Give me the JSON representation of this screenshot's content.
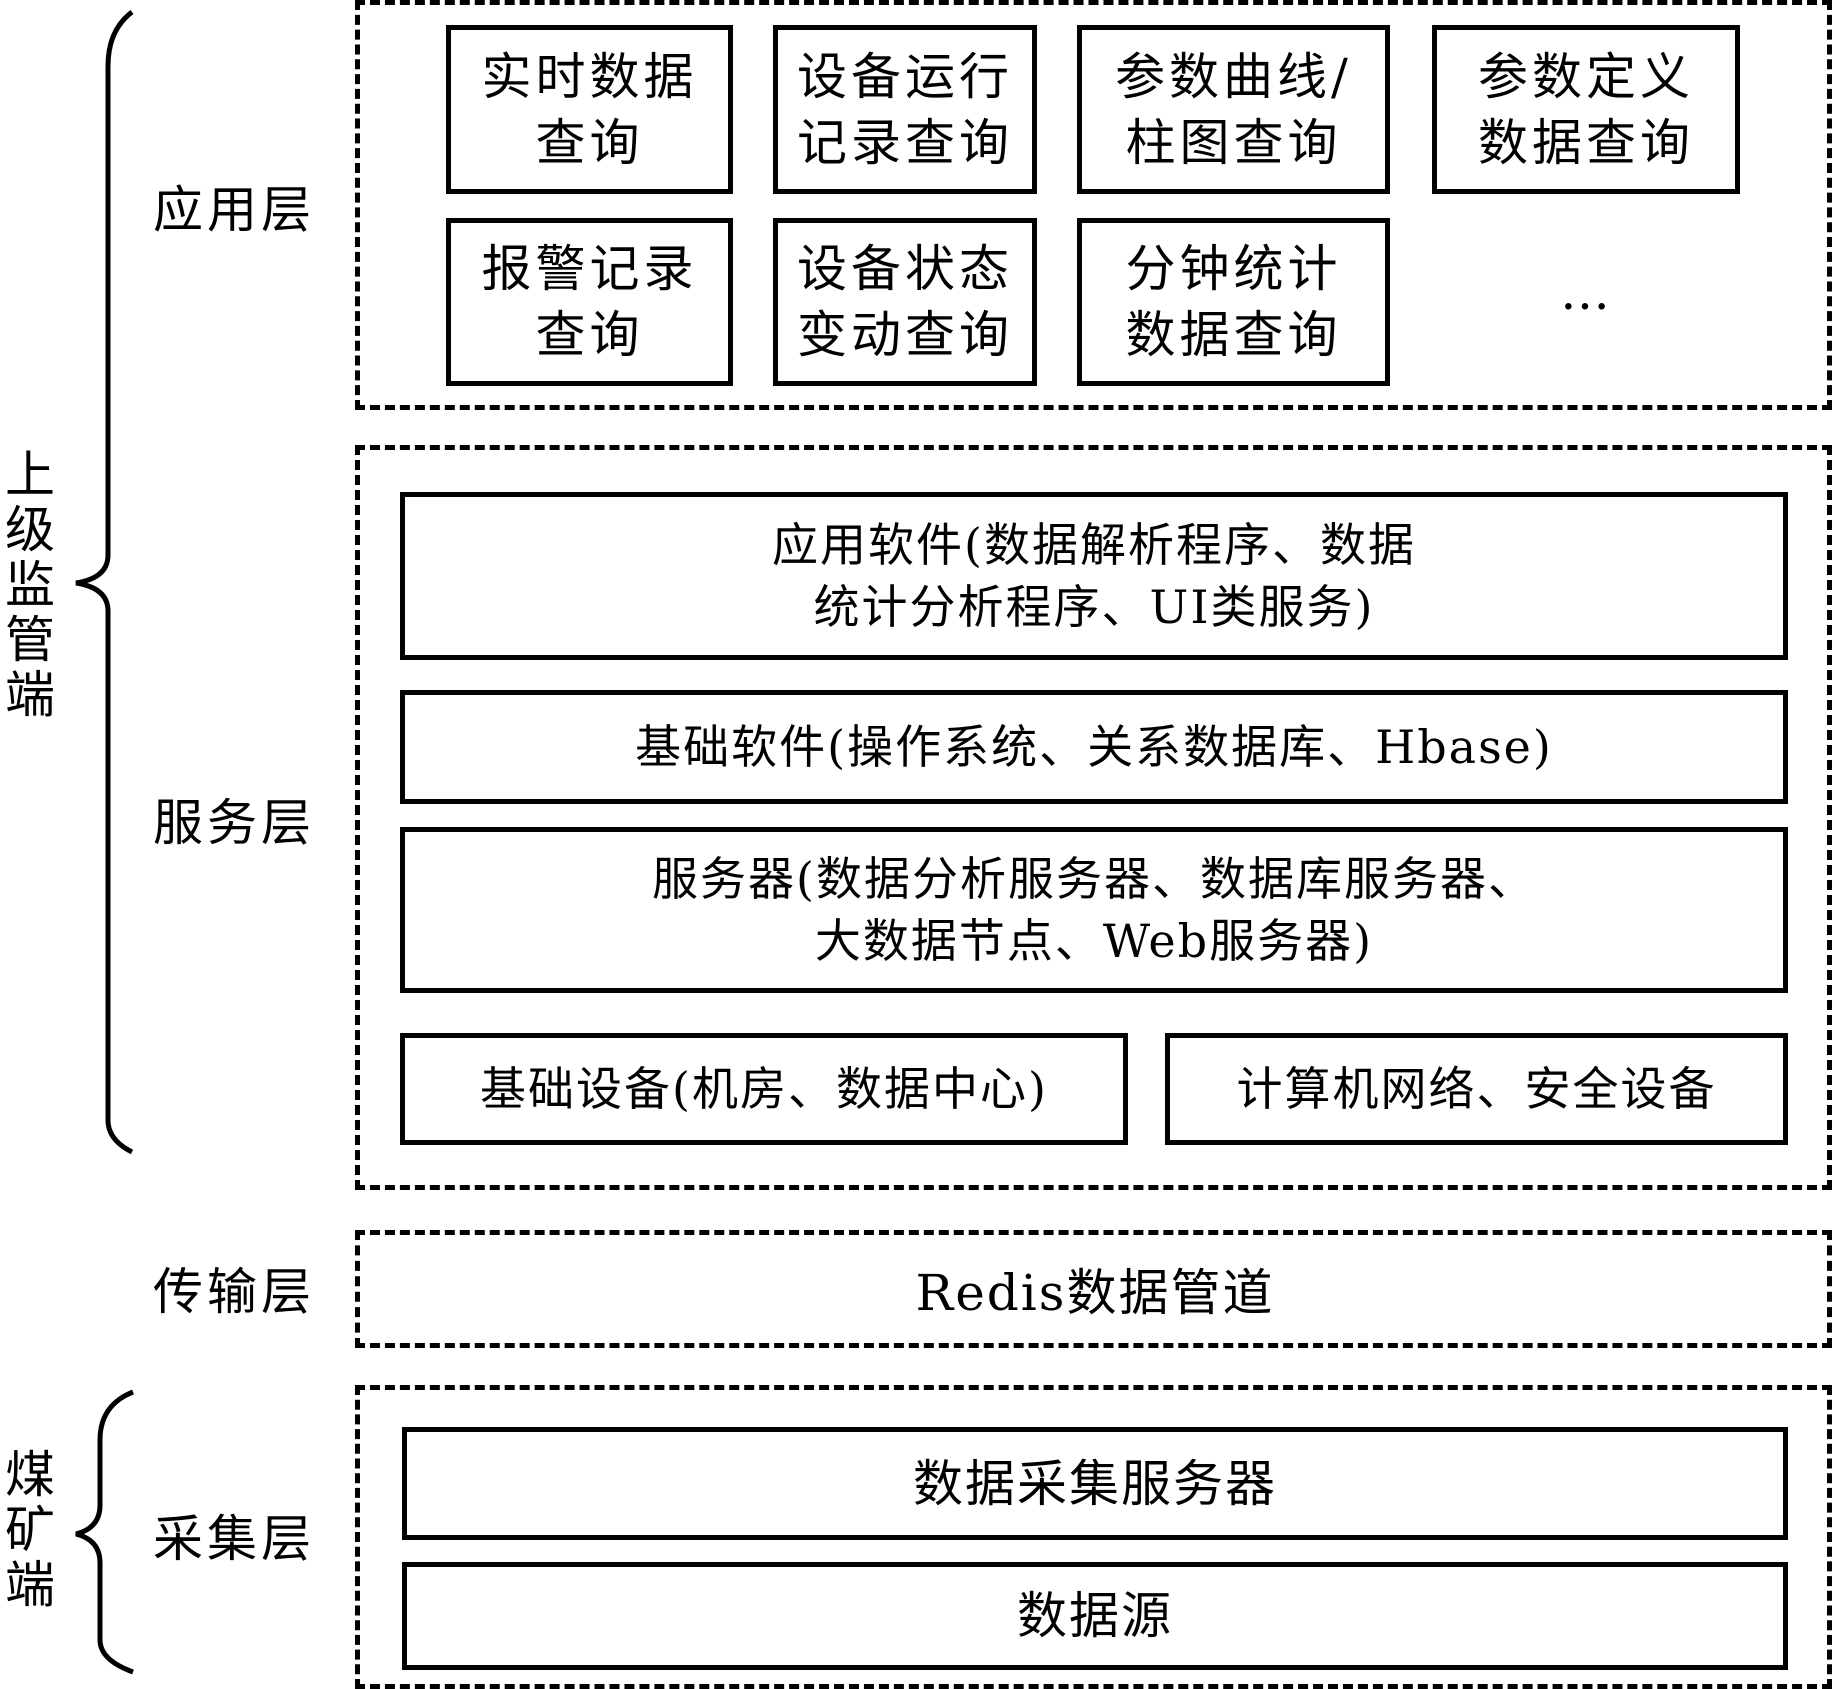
{
  "side_labels": {
    "upper": "上级监管端",
    "mine": "煤矿端"
  },
  "layers": {
    "application": {
      "label": "应用层",
      "modules": [
        "实时数据\n查询",
        "设备运行\n记录查询",
        "参数曲线/\n柱图查询",
        "参数定义\n数据查询",
        "报警记录\n查询",
        "设备状态\n变动查询",
        "分钟统计\n数据查询"
      ],
      "more": "…"
    },
    "service": {
      "label": "服务层",
      "app_software": "应用软件(数据解析程序、数据\n统计分析程序、UI类服务)",
      "base_software": "基础软件(操作系统、关系数据库、Hbase)",
      "servers": "服务器(数据分析服务器、数据库服务器、\n大数据节点、Web服务器)",
      "infrastructure": "基础设备(机房、数据中心)",
      "network": "计算机网络、安全设备"
    },
    "transport": {
      "label": "传输层",
      "pipeline": "Redis数据管道"
    },
    "collection": {
      "label": "采集层",
      "server": "数据采集服务器",
      "source": "数据源"
    }
  }
}
